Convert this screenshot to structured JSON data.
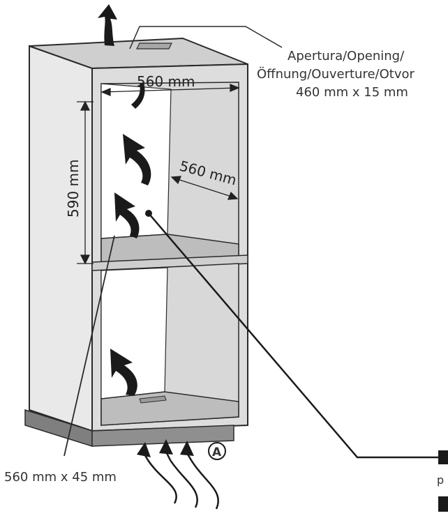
{
  "labels": {
    "opening_line1": "Apertura/Opening/",
    "opening_line2": "Öffnung/Ouverture/Otvor",
    "opening_size": "460 mm x 15 mm",
    "bottom_opening": "560 mm x 45 mm",
    "width_top": "560 mm",
    "depth": "560 mm",
    "height": "590 mm",
    "marker": "A",
    "edge_fragment": "p"
  },
  "colors": {
    "outline": "#2a2a2a",
    "panel_light": "#eeeeee",
    "panel_mid": "#d2d2d2",
    "panel_dark": "#bdbdbd",
    "plinth": "#8f8f8f",
    "arrow": "#1a1a1a"
  }
}
